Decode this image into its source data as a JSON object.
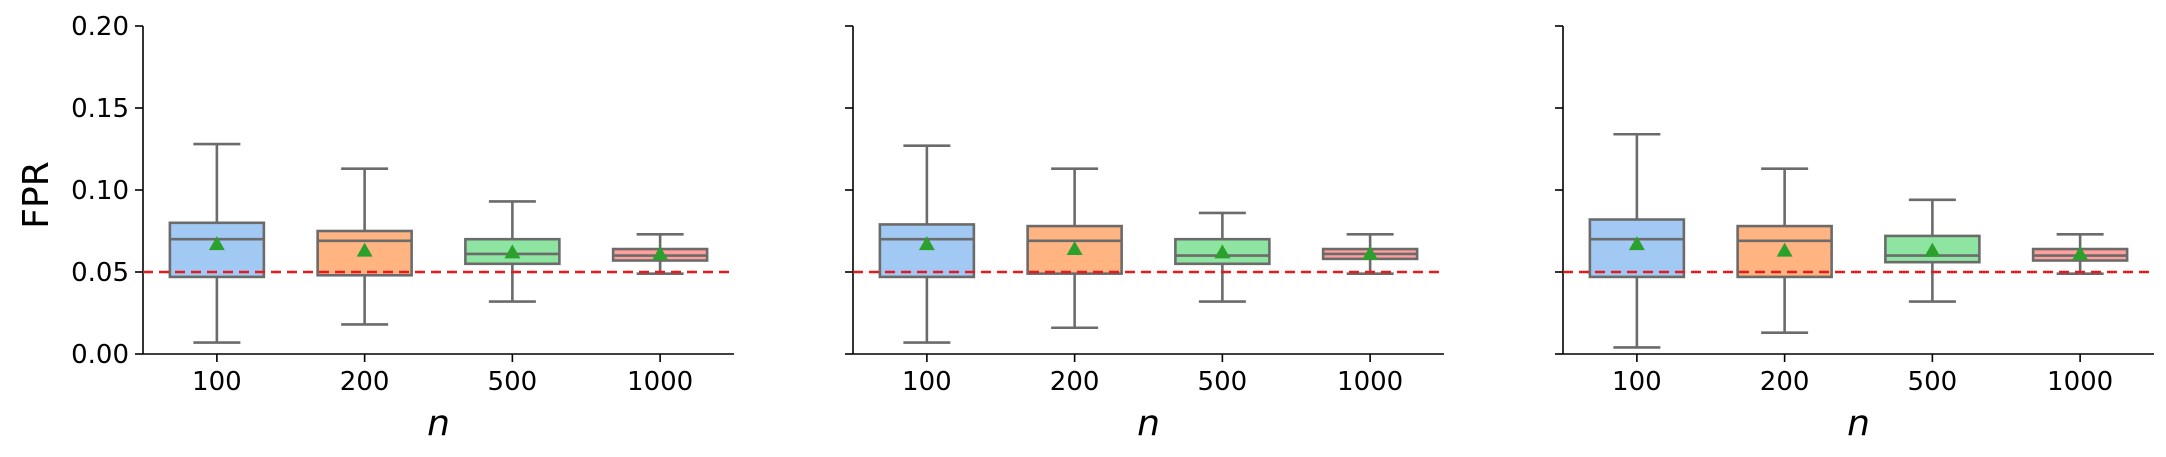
{
  "chart_data": {
    "type": "box",
    "ylabel": "FPR",
    "xlabel": "n",
    "ylim": [
      0.0,
      0.2
    ],
    "yticks": [
      "0.00",
      "0.05",
      "0.10",
      "0.15",
      "0.20"
    ],
    "categories": [
      "100",
      "200",
      "500",
      "1000"
    ],
    "reference_line": {
      "y": 0.05,
      "color": "#e41a1c",
      "style": "dashed"
    },
    "colors": [
      "#a1c9f4",
      "#ffb482",
      "#8de5a1",
      "#ff9f9b"
    ],
    "mean_marker_color": "#2ca02c",
    "panels": [
      {
        "boxes": [
          {
            "category": "100",
            "whisker_low": 0.007,
            "q1": 0.047,
            "median": 0.07,
            "q3": 0.08,
            "whisker_high": 0.128,
            "mean": 0.067
          },
          {
            "category": "200",
            "whisker_low": 0.018,
            "q1": 0.048,
            "median": 0.069,
            "q3": 0.075,
            "whisker_high": 0.113,
            "mean": 0.063
          },
          {
            "category": "500",
            "whisker_low": 0.032,
            "q1": 0.055,
            "median": 0.061,
            "q3": 0.07,
            "whisker_high": 0.093,
            "mean": 0.062
          },
          {
            "category": "1000",
            "whisker_low": 0.049,
            "q1": 0.057,
            "median": 0.06,
            "q3": 0.064,
            "whisker_high": 0.073,
            "mean": 0.061
          }
        ]
      },
      {
        "boxes": [
          {
            "category": "100",
            "whisker_low": 0.007,
            "q1": 0.047,
            "median": 0.07,
            "q3": 0.079,
            "whisker_high": 0.127,
            "mean": 0.067
          },
          {
            "category": "200",
            "whisker_low": 0.016,
            "q1": 0.049,
            "median": 0.069,
            "q3": 0.078,
            "whisker_high": 0.113,
            "mean": 0.064
          },
          {
            "category": "500",
            "whisker_low": 0.032,
            "q1": 0.055,
            "median": 0.06,
            "q3": 0.07,
            "whisker_high": 0.086,
            "mean": 0.062
          },
          {
            "category": "1000",
            "whisker_low": 0.049,
            "q1": 0.058,
            "median": 0.061,
            "q3": 0.064,
            "whisker_high": 0.073,
            "mean": 0.061
          }
        ]
      },
      {
        "boxes": [
          {
            "category": "100",
            "whisker_low": 0.004,
            "q1": 0.047,
            "median": 0.07,
            "q3": 0.082,
            "whisker_high": 0.134,
            "mean": 0.067
          },
          {
            "category": "200",
            "whisker_low": 0.013,
            "q1": 0.047,
            "median": 0.069,
            "q3": 0.078,
            "whisker_high": 0.113,
            "mean": 0.063
          },
          {
            "category": "500",
            "whisker_low": 0.032,
            "q1": 0.056,
            "median": 0.06,
            "q3": 0.072,
            "whisker_high": 0.094,
            "mean": 0.063
          },
          {
            "category": "1000",
            "whisker_low": 0.049,
            "q1": 0.057,
            "median": 0.06,
            "q3": 0.064,
            "whisker_high": 0.073,
            "mean": 0.061
          }
        ]
      }
    ]
  }
}
